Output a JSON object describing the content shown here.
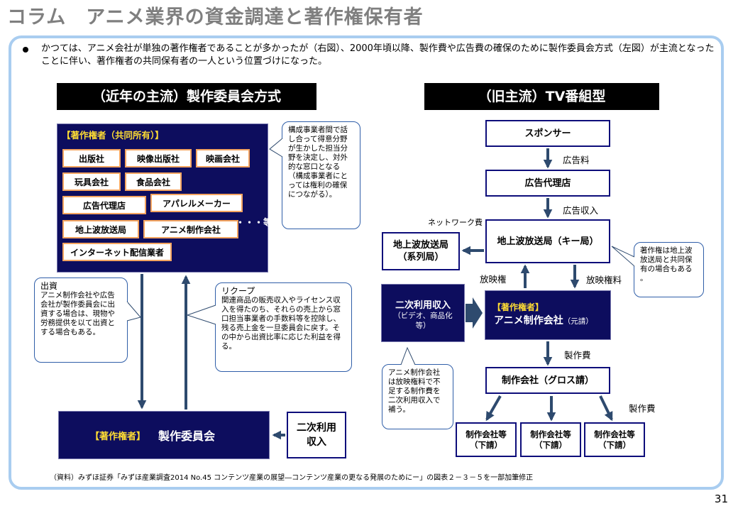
{
  "title": "コラム　アニメ業界の資金調達と著作権保有者",
  "bullet": "かつては、アニメ会社が単独の著作権者であることが多かったが（右図）、2000年頃以降、製作費や広告費の確保のために製作委員会方式（左図）が主流となったことに伴い、著作権者の共同保有者の一人という位置づけになった。",
  "left": {
    "header": "（近年の主流）製作委員会方式",
    "owner_label": "【著作権者（共同所有）】",
    "companies": [
      "出版社",
      "映像出版社",
      "映画会社",
      "玩具会社",
      "食品会社",
      "広告代理店",
      "アパレルメーカー",
      "地上波放送局",
      "アニメ制作会社",
      "インターネット配信業者"
    ],
    "etc": "・・・等",
    "bubble_top": "構成事業者間で話し合って得意分野が生かした担当分野を決定し、対外的な窓口となる（構成事業者にとっては権利の確保につながる）。",
    "bubble_invest_title": "出資",
    "bubble_invest": "アニメ制作会社や広告会社が製作委員会に出資する場合は、現物や労務提供を以て出資とする場合もある。",
    "bubble_recoup_title": "リクープ",
    "bubble_recoup": "関連商品の販売収入やライセンス収入を得たのち、それらの売上から窓口担当事業者の手数料等を控除し、残る売上金を一旦委員会に戻す。その中から出資比率に応じた利益を得る。",
    "committee_owner": "【著作権者】",
    "committee": "製作委員会",
    "secondary": "二次利用\n収入"
  },
  "right": {
    "header": "（旧主流）TV番組型",
    "sponsor": "スポンサー",
    "ad_fee": "広告料",
    "agency": "広告代理店",
    "ad_income": "広告収入",
    "network_fee": "ネットワーク費",
    "key_station": "地上波放送局（キー局）",
    "affiliate": "地上波放送局\n（系列局）",
    "bubble_coowner": "著作権は地上波放送局と共同保有の場合もある 。",
    "broadcast_right": "放映権",
    "broadcast_fee": "放映権料",
    "secondary_title": "二次利用収入",
    "secondary_sub": "（ビデオ、商品化等）",
    "anime_owner": "【著作権者】",
    "anime_company": "アニメ制作会社",
    "anime_suffix": "（元請）",
    "prod_fee1": "製作費",
    "bubble_anime": "アニメ制作会社は放映権料で不足する制作費を二次利用収入で補う。",
    "gross": "制作会社（グロス請）",
    "prod_fee2": "製作費",
    "sub": "制作会社等\n（下請）"
  },
  "source": "（資料）みずほ証券「みずほ産業調査2014 No.45 コンテンツ産業の展望―コンテンツ産業の更なる発展のためにー」の図表２－３－５を一部加筆修正",
  "page_number": "31",
  "colors": {
    "navy": "#0d0d5e",
    "frame": "#a9cdf0",
    "orange_border": "#f4a460",
    "arrow": "#2e4a6e",
    "title": "#7f7f7f"
  }
}
